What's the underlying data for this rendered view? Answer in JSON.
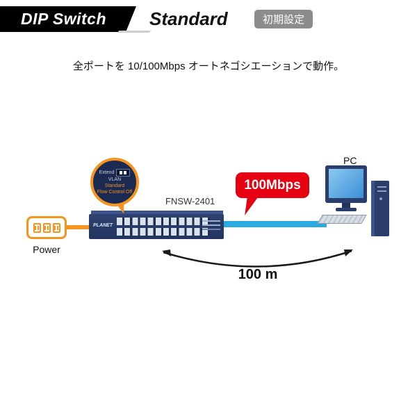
{
  "header": {
    "left_title": "DIP Switch",
    "right_title": "Standard",
    "badge": "初期設定"
  },
  "subtitle": "全ポートを 10/100Mbps オートネゴシエーションで動作。",
  "diagram": {
    "power_label": "Power",
    "switch_model": "FNSW-2401",
    "switch_brand": "PLANET",
    "speed_bubble": "100Mbps",
    "pc_label": "PC",
    "distance_label": "100 m",
    "magnifier": {
      "label_extend": "Extend",
      "label_vlan": "VLAN",
      "label_standard": "Standard",
      "label_flow": "Flow Control Off"
    }
  },
  "colors": {
    "accent_orange": "#F7941D",
    "switch_navy": "#2B3D6B",
    "cable_cyan": "#29ABE2",
    "bubble_red": "#E50012",
    "badge_gray": "#8C8C8C"
  }
}
